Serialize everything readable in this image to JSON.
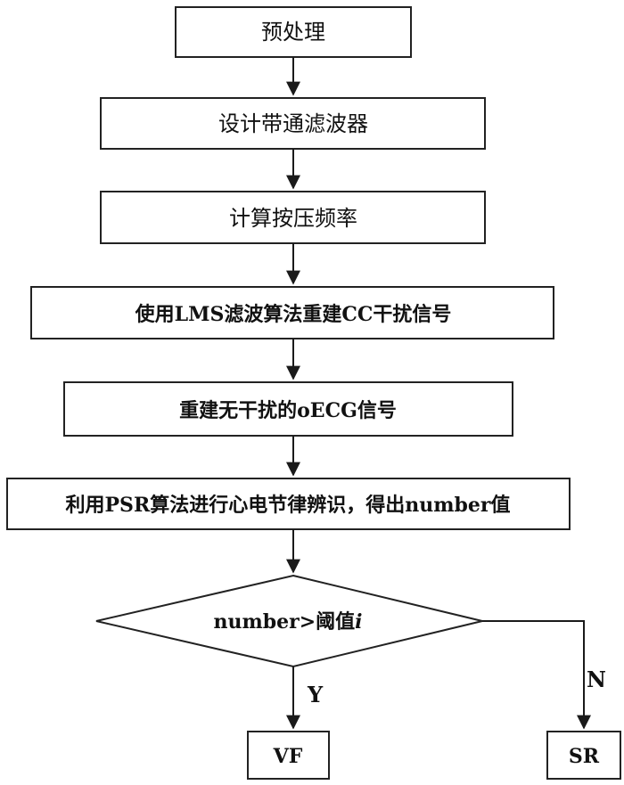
{
  "flowchart": {
    "steps": [
      {
        "id": "preprocess",
        "label": "预处理"
      },
      {
        "id": "bandpass",
        "label": "设计带通滤波器"
      },
      {
        "id": "compression_rate",
        "label": "计算按压频率"
      },
      {
        "id": "lms_rebuild",
        "label": "使用LMS滤波算法重建CC干扰信号"
      },
      {
        "id": "oecg_rebuild",
        "label": "重建无干扰的oECG信号"
      },
      {
        "id": "psr_identify",
        "label": "利用PSR算法进行心电节律辨识，得出number值"
      }
    ],
    "decision": {
      "label_prefix": "number>阈值",
      "label_var": "i"
    },
    "branches": {
      "yes_label": "Y",
      "no_label": "N"
    },
    "outcomes": {
      "yes": "VF",
      "no": "SR"
    }
  }
}
